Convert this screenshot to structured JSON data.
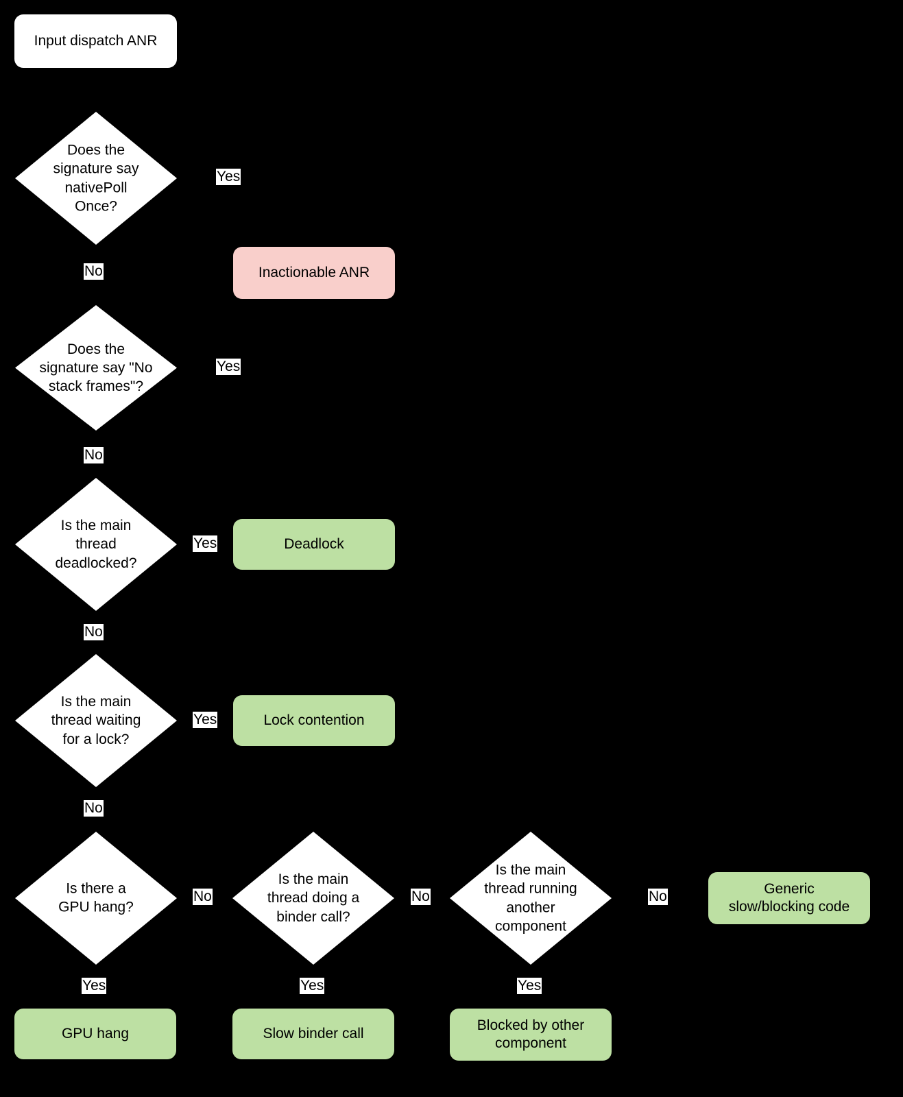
{
  "diagram": {
    "title": "Input dispatch ANR triage flowchart",
    "background_color": "#000000",
    "colors": {
      "process_fill": "#ffffff",
      "decision_fill": "#ffffff",
      "inactionable_fill": "#f9cfcb",
      "outcome_fill": "#bde0a3",
      "text": "#000000",
      "edge_label_fill": "#ffffff"
    }
  },
  "nodes": {
    "start": {
      "label": "Input dispatch ANR",
      "type": "process"
    },
    "q1": {
      "label": "Does the\nsignature say\nnativePoll\nOnce?",
      "type": "decision"
    },
    "q2": {
      "label": "Does the\nsignature say \"No\nstack frames\"?",
      "type": "decision"
    },
    "q3": {
      "label": "Is the main\nthread\ndeadlocked?",
      "type": "decision"
    },
    "q4": {
      "label": "Is the main\nthread waiting\nfor a lock?",
      "type": "decision"
    },
    "q5": {
      "label": "Is there a\nGPU hang?",
      "type": "decision"
    },
    "q6": {
      "label": "Is the main\nthread doing a\nbinder call?",
      "type": "decision"
    },
    "q7": {
      "label": "Is the main\nthread running\nanother\ncomponent",
      "type": "decision"
    },
    "r_inactionable": {
      "label": "Inactionable ANR",
      "type": "inactionable"
    },
    "r_deadlock": {
      "label": "Deadlock",
      "type": "outcome"
    },
    "r_lock": {
      "label": "Lock contention",
      "type": "outcome"
    },
    "r_gpu": {
      "label": "GPU hang",
      "type": "outcome"
    },
    "r_binder": {
      "label": "Slow binder call",
      "type": "outcome"
    },
    "r_blocked": {
      "label": "Blocked by other\ncomponent",
      "type": "outcome"
    },
    "r_generic": {
      "label": "Generic\nslow/blocking code",
      "type": "outcome"
    }
  },
  "edge_labels": {
    "q1_yes": "Yes",
    "q1_no": "No",
    "q2_yes": "Yes",
    "q2_no": "No",
    "q3_yes": "Yes",
    "q3_no": "No",
    "q4_yes": "Yes",
    "q4_no": "No",
    "q5_no": "No",
    "q5_yes": "Yes",
    "q6_no": "No",
    "q6_yes": "Yes",
    "q7_no": "No",
    "q7_yes": "Yes"
  }
}
